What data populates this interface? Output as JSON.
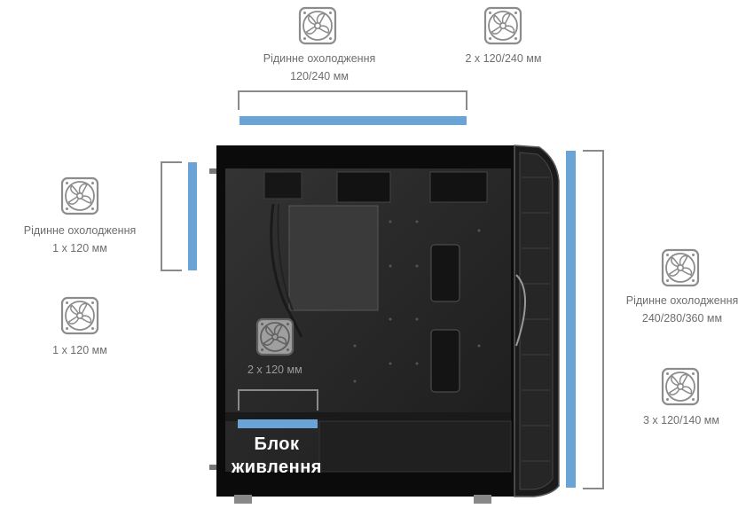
{
  "colors": {
    "accent": "#6aa3d5",
    "bracket": "#8a8a8a",
    "case": "#0d0d0d",
    "text": "#6e6e6e"
  },
  "icons": [
    "fan-icon"
  ],
  "top_left": {
    "line1": "Рідинне охолодження",
    "line2": "120/240 мм"
  },
  "top_right": {
    "line1": "2 x 120/240 мм"
  },
  "left_top": {
    "line1": "Рідинне охолодження",
    "line2": "1 x 120 мм"
  },
  "left_bottom": {
    "line1": "1 x 120 мм"
  },
  "right_top": {
    "line1": "Рідинне охолодження",
    "line2": "240/280/360 мм"
  },
  "right_bottom": {
    "line1": "3 x 120/140 мм"
  },
  "inner_fan": {
    "line1": "2 x 120 мм"
  },
  "psu": {
    "line1": "Блок",
    "line2": "живлення"
  }
}
